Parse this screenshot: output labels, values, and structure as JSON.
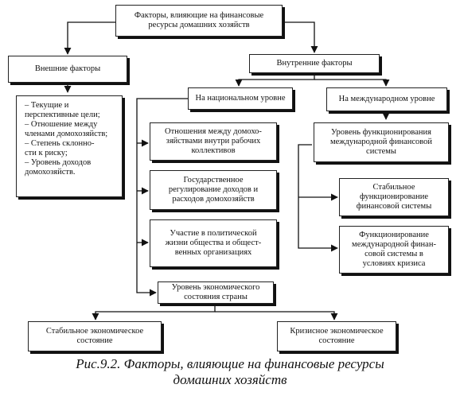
{
  "diagram": {
    "root": "Факторы, влияющие на финансовые\nресурсы домашних хозяйств",
    "external": "Внешние факторы",
    "external_list": [
      "–      Текущие и\nперспективные цели;",
      "–      Отношение между\nчленами домохозяйств;",
      "–      Степень склонно-\nсти к риску;",
      "–      Уровень доходов\nдомохозяйств."
    ],
    "internal": "Внутренние факторы",
    "national": "На национальном уровне",
    "international": "На международном уровне",
    "national_items": [
      "Отношения между домохо-\nзяйствами внутри рабочих\nколлективов",
      "Государственное\nрегулирование доходов и\nрасходов домохозяйств",
      "Участие в политической\nжизни общества и общест-\nвенных организациях"
    ],
    "economic_level": "Уровень экономического\nсостояния страны",
    "stable_state": "Стабильное экономическое\nсостояние",
    "crisis_state": "Кризисное экономическое\nсостояние",
    "intl_level": "Уровень функционирования\nмеждународной финансовой\nсистемы",
    "intl_items": [
      "Стабильное\nфункционирование\nфинансовой системы",
      "Функционирование\nмеждународной финан-\nсовой системы в\nусловиях кризиса"
    ]
  },
  "caption": "Рис.9.2. Факторы, влияющие на финансовые ресурсы\nдомашних хозяйств"
}
